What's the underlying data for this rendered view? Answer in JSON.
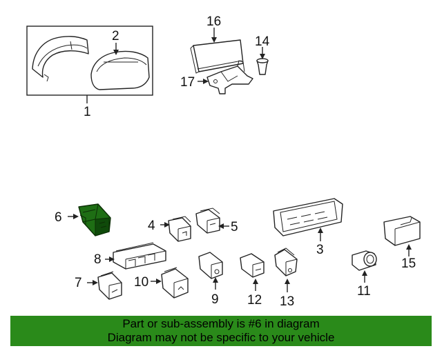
{
  "callouts": [
    "1",
    "2",
    "3",
    "4",
    "5",
    "6",
    "7",
    "8",
    "9",
    "10",
    "11",
    "12",
    "13",
    "14",
    "15",
    "16",
    "17"
  ],
  "selected_part": "6",
  "highlight_color": "#2a8a1a",
  "footer": {
    "line1": "Part or sub-assembly is #6 in diagram",
    "line2": "Diagram may not be specific to your vehicle"
  }
}
